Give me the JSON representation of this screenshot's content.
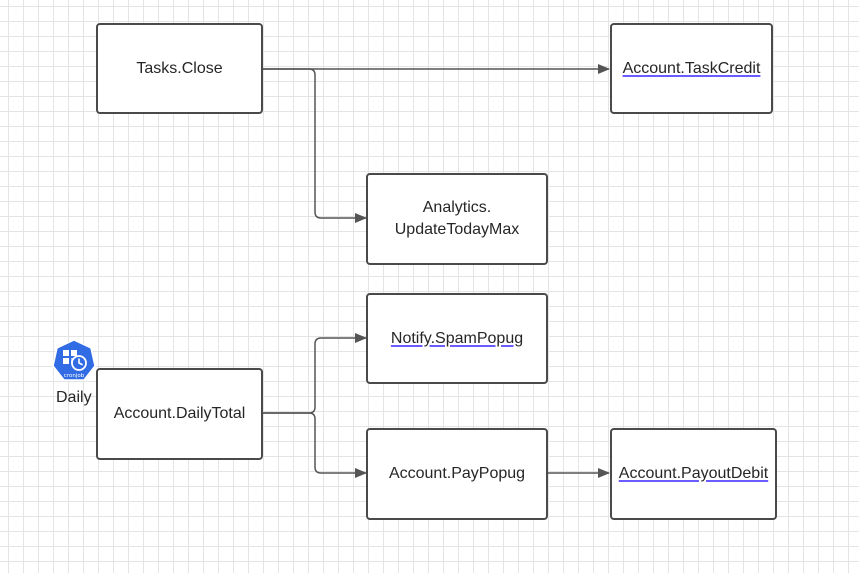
{
  "diagram": {
    "type": "flowchart",
    "nodes": [
      {
        "id": "tasks-close",
        "label": "Tasks.Close",
        "linked": false
      },
      {
        "id": "account-taskcredit",
        "label": "Account.TaskCredit",
        "linked": true
      },
      {
        "id": "analytics-update",
        "label": "Analytics.\nUpdateTodayMax",
        "linked": false
      },
      {
        "id": "notify-spampopug",
        "label": "Notify.SpamPopug",
        "linked": true
      },
      {
        "id": "account-dailytotal",
        "label": "Account.DailyTotal",
        "linked": false
      },
      {
        "id": "account-paypopug",
        "label": "Account.PayPopug",
        "linked": false
      },
      {
        "id": "account-payoutdebit",
        "label": "Account.PayoutDebit",
        "linked": true
      }
    ],
    "edges": [
      {
        "from": "tasks-close",
        "to": "account-taskcredit"
      },
      {
        "from": "tasks-close",
        "to": "analytics-update"
      },
      {
        "from": "account-dailytotal",
        "to": "notify-spampopug"
      },
      {
        "from": "account-dailytotal",
        "to": "account-paypopug"
      },
      {
        "from": "account-paypopug",
        "to": "account-payoutdebit"
      }
    ],
    "trigger": {
      "label": "Daily",
      "icon": "cronjob-icon",
      "icon_text": "cronjob",
      "color": "#326ce5"
    },
    "colors": {
      "border": "#4a4a4a",
      "edge": "#555555",
      "link_underline": "#6a5cff",
      "grid": "#e4e4e4"
    }
  }
}
